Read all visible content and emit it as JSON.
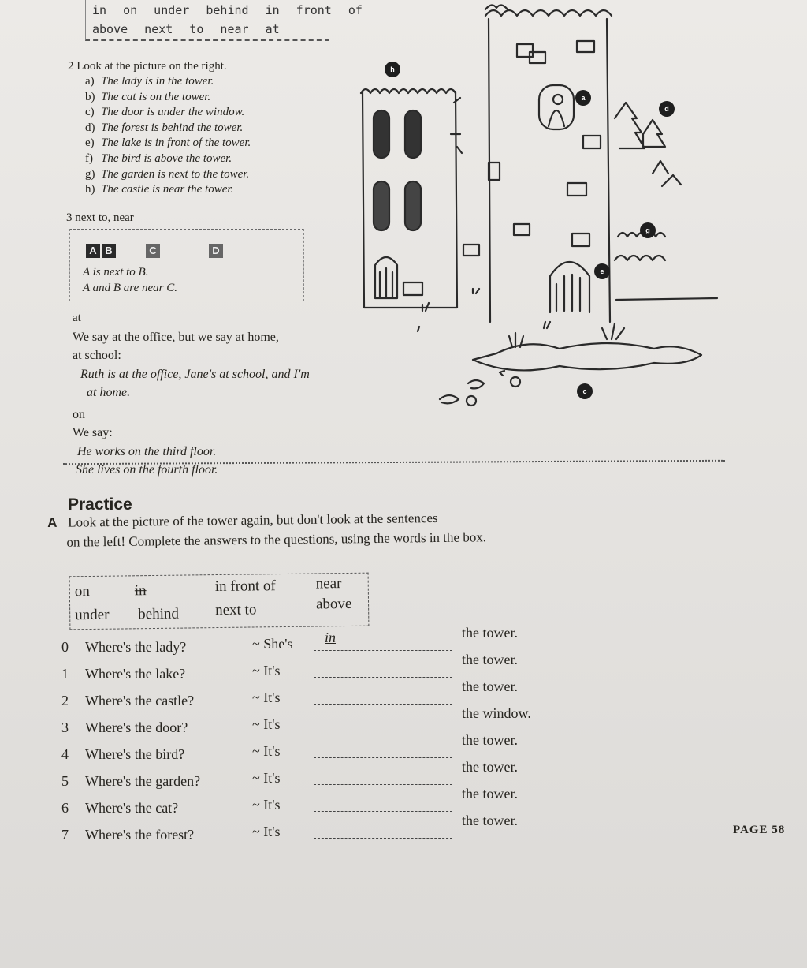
{
  "top_word_box": {
    "row1": "in   on   under   behind   in front of",
    "row2": "above   next to   near   at"
  },
  "section2": {
    "heading": "2  Look at the picture on the right.",
    "items": [
      {
        "key": "a)",
        "text": "The lady is in the tower."
      },
      {
        "key": "b)",
        "text": "The cat is on the tower."
      },
      {
        "key": "c)",
        "text": "The door is under the window."
      },
      {
        "key": "d)",
        "text": "The forest is behind the tower."
      },
      {
        "key": "e)",
        "text": "The lake is in front of the tower."
      },
      {
        "key": "f)",
        "text": "The bird is above the tower."
      },
      {
        "key": "g)",
        "text": "The garden is next to the tower."
      },
      {
        "key": "h)",
        "text": "The castle is near the tower."
      }
    ]
  },
  "section3": {
    "heading": "3  next to, near",
    "blocks": [
      "A",
      "B",
      "C",
      "D"
    ],
    "sentence1": "A is next to B.",
    "sentence2": "A and B are near C."
  },
  "notes": {
    "at_head": "at",
    "at_line1": "We say at the office, but we say at home,",
    "at_line2": "at school:",
    "at_example1": "Ruth is at the office, Jane's at school, and I'm",
    "at_example2": "at home.",
    "on_head": "on",
    "on_line1": "We say:",
    "on_example1": "He works on the third floor.",
    "on_example2": "She lives on the fourth floor."
  },
  "practice": {
    "title": "Practice",
    "letter": "A",
    "instruction_line1": "Look at the picture of the tower again, but don't look at the sentences",
    "instruction_line2": "on the left! Complete the answers to the questions, using the words in the box.",
    "words": [
      "on",
      "in",
      "in front of",
      "near",
      "under",
      "behind",
      "next to",
      "above"
    ],
    "questions": [
      {
        "num": "0",
        "q": "Where's the lady?",
        "a": "~ She's",
        "fill": "in",
        "tail": "the tower."
      },
      {
        "num": "1",
        "q": "Where's the lake?",
        "a": "~ It's",
        "fill": "",
        "tail": "the tower."
      },
      {
        "num": "2",
        "q": "Where's the castle?",
        "a": "~ It's",
        "fill": "",
        "tail": "the tower."
      },
      {
        "num": "3",
        "q": "Where's the door?",
        "a": "~ It's",
        "fill": "",
        "tail": "the window."
      },
      {
        "num": "4",
        "q": "Where's the bird?",
        "a": "~ It's",
        "fill": "",
        "tail": "the tower."
      },
      {
        "num": "5",
        "q": "Where's the garden?",
        "a": "~ It's",
        "fill": "",
        "tail": "the tower."
      },
      {
        "num": "6",
        "q": "Where's the cat?",
        "a": "~ It's",
        "fill": "",
        "tail": "the tower."
      },
      {
        "num": "7",
        "q": "Where's the forest?",
        "a": "~ It's",
        "fill": "",
        "tail": "the tower."
      }
    ]
  },
  "picture": {
    "badges": [
      "h",
      "a",
      "d",
      "g",
      "e",
      "c"
    ]
  },
  "page_number": "PAGE 58"
}
